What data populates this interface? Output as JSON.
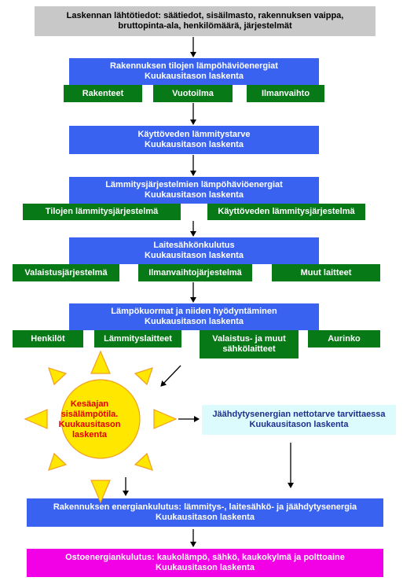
{
  "diagram": {
    "input": {
      "line1": "Laskennan lähtötiedot: säätiedot, sisäilmasto, rakennuksen vaippa,",
      "line2": "bruttopinta-ala, henkilömäärä, järjestelmät"
    },
    "step1": {
      "title": "Rakennuksen tilojen lämpöhäviöenergiat",
      "subtitle": "Kuukausitason laskenta",
      "items": [
        "Rakenteet",
        "Vuotoilma",
        "Ilmanvaihto"
      ]
    },
    "step2": {
      "title": "Käyttöveden lämmitystarve",
      "subtitle": "Kuukausitason laskenta"
    },
    "step3": {
      "title": "Lämmitysjärjestelmien lämpöhäviöenergiat",
      "subtitle": "Kuukausitason laskenta",
      "items": [
        "Tilojen lämmitysjärjestelmä",
        "Käyttöveden lämmitysjärjestelmä"
      ]
    },
    "step4": {
      "title": "Laitesähkönkulutus",
      "subtitle": "Kuukausitason laskenta",
      "items": [
        "Valaistusjärjestelmä",
        "Ilmanvaihtojärjestelmä",
        "Muut laitteet"
      ]
    },
    "step5": {
      "title": "Lämpökuormat ja niiden hyödyntäminen",
      "subtitle": "Kuukausitason laskenta",
      "items": [
        "Henkilöt",
        "Lämmityslaitteet",
        "Valaistus- ja muut",
        "sähkölaitteet",
        "Aurinko"
      ]
    },
    "sun": {
      "line1": "Kesäajan",
      "line2": "sisälämpötila.",
      "line3": "Kuukausitason",
      "line4": "laskenta"
    },
    "cooling": {
      "title": "Jäähdytysenergian nettotarve tarvittaessa",
      "subtitle": "Kuukausitason laskenta"
    },
    "step6": {
      "title": "Rakennuksen energiankulutus: lämmitys-, laitesähkö- ja jäähdytysenergia",
      "subtitle": "Kuukausitason laskenta"
    },
    "step7": {
      "title": "Ostoenergiankulutus: kaukolämpö, sähkö, kaukokylmä ja polttoaine",
      "subtitle": "Kuukausitason laskenta"
    },
    "colors": {
      "gray": "#c8c8c8",
      "blue": "#3a62f0",
      "green": "#077a17",
      "light_blue": "#dcfbfd",
      "magenta": "#f200e6",
      "sun_fill": "#ffe700",
      "sun_stroke": "#f0a020",
      "sun_text": "#e00000"
    }
  }
}
